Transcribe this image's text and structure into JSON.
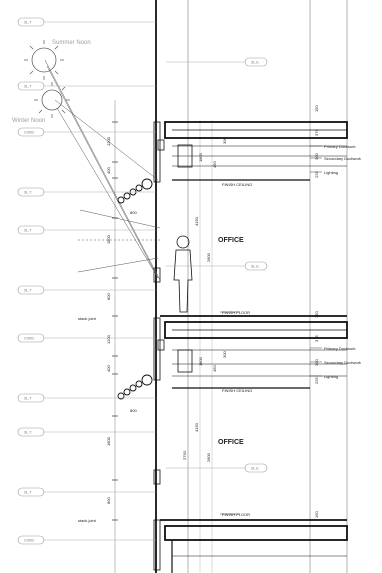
{
  "sun_labels": {
    "summer": "Summer Noon",
    "winter": "Winter Noon"
  },
  "rooms": {
    "upper": "OFFICE",
    "lower": "OFFICE"
  },
  "ceiling_labels": {
    "primary": "Primary Ductwork",
    "secondary": "Secondary Ductwork",
    "lighting": "Lighting",
    "finish_ceiling": "FINISH CEILING",
    "finish_floor": "FINISH FLOOR",
    "stack_joint": "stack joint"
  },
  "tags": {
    "level_left": "SL.T",
    "level_right": "SL.E",
    "conc": "CONC"
  },
  "dims": {
    "d1200": "1200",
    "d400": "400",
    "d800": "800",
    "d1800": "1800",
    "d300": "300",
    "d375": "375",
    "d450": "450",
    "d150": "150",
    "d4150": "4150",
    "d2800": "2800",
    "d2750": "2750",
    "d225": "225",
    "d600": "600"
  },
  "colors": {
    "line": "#111111",
    "thin": "#555555",
    "tag_border": "#999999",
    "sun": "#666666"
  }
}
